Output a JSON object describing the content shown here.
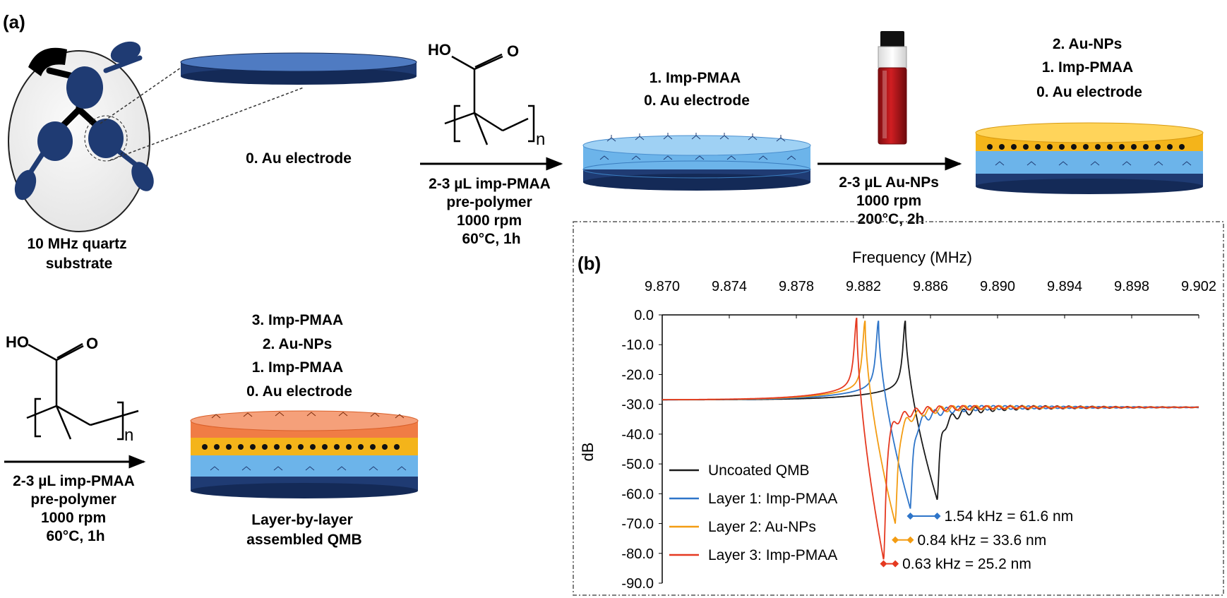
{
  "panel_a": {
    "label": "(a)",
    "quartz_caption": [
      "10 MHz quartz",
      "substrate"
    ],
    "electrode_caption": "0. Au electrode",
    "step1": {
      "formula": {
        "ho": "HO",
        "o": "O",
        "n": "n"
      },
      "conditions": [
        "2-3 µL imp-PMAA",
        "pre-polymer",
        "1000 rpm",
        "60°C, 1h"
      ]
    },
    "disk1_layers": [
      "1. Imp-PMAA",
      "0. Au electrode"
    ],
    "step2": {
      "conditions": [
        "2-3 µL Au-NPs",
        "1000 rpm",
        "200°C, 2h"
      ]
    },
    "disk2_layers": [
      "2. Au-NPs",
      "1. Imp-PMAA",
      "0. Au electrode"
    ],
    "step3": {
      "formula": {
        "ho": "HO",
        "o": "O",
        "n": "n"
      },
      "conditions": [
        "2-3 µL imp-PMAA",
        "pre-polymer",
        "1000 rpm",
        "60°C, 1h"
      ]
    },
    "disk3_layers": [
      "3. Imp-PMAA",
      "2. Au-NPs",
      "1. Imp-PMAA",
      "0. Au electrode"
    ],
    "disk3_caption": [
      "Layer-by-layer",
      "assembled QMB"
    ]
  },
  "colors": {
    "electrode": "#1f3b73",
    "electrode_dark": "#142a57",
    "polymer": "#6cb4ea",
    "gold": "#f4b41a",
    "top_polymer": "#f07c45",
    "vial_liquid": "#c0171b",
    "uncoated": "#1a1a1a",
    "layer1": "#2e75c9",
    "layer2": "#f39c12",
    "layer3": "#e53920"
  },
  "panel_b": {
    "label": "(b)",
    "chart_data": {
      "type": "line",
      "xlabel": "Frequency  (MHz)",
      "ylabel": "dB",
      "xlim": [
        9.87,
        9.902
      ],
      "ylim": [
        -90,
        0
      ],
      "xticks": [
        "9.870",
        "9.874",
        "9.878",
        "9.882",
        "9.886",
        "9.890",
        "9.894",
        "9.898",
        "9.902"
      ],
      "yticks": [
        "0.0",
        "-10.0",
        "-20.0",
        "-30.0",
        "-40.0",
        "-50.0",
        "-60.0",
        "-70.0",
        "-80.0",
        "-90.0"
      ],
      "legend_position": "bottom-left",
      "series": [
        {
          "name": "Uncoated  QMB",
          "peak_mhz": 9.8845,
          "peak_db": -2,
          "notch_mhz": 9.8864,
          "notch_db": -62
        },
        {
          "name": "Layer  1: Imp-PMAA",
          "peak_mhz": 9.8829,
          "peak_db": -2,
          "notch_mhz": 9.8848,
          "notch_db": -65
        },
        {
          "name": "Layer  2: Au-NPs",
          "peak_mhz": 9.8821,
          "peak_db": -2,
          "notch_mhz": 9.8839,
          "notch_db": -70
        },
        {
          "name": "Layer  3: Imp-PMAA",
          "peak_mhz": 9.8816,
          "peak_db": -1,
          "notch_mhz": 9.8832,
          "notch_db": -82
        }
      ],
      "annotations": [
        {
          "text": "1.54 kHz = 61.6 nm",
          "from_mhz": 9.8848,
          "to_mhz": 9.8864,
          "y_db": -67.5
        },
        {
          "text": "0.84 kHz = 33.6 nm",
          "from_mhz": 9.8839,
          "to_mhz": 9.8848,
          "y_db": -75.5
        },
        {
          "text": "0.63 kHz = 25.2 nm",
          "from_mhz": 9.8832,
          "to_mhz": 9.8839,
          "y_db": -83.5
        }
      ]
    }
  }
}
